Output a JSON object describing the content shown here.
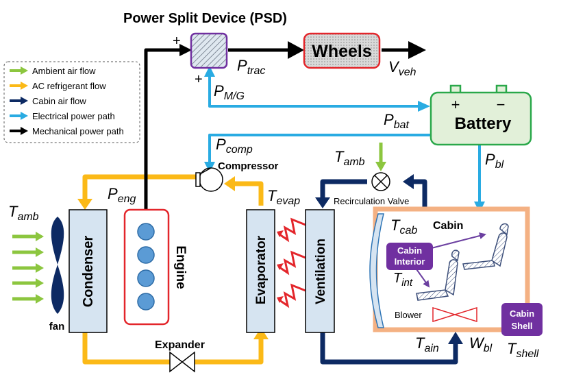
{
  "title": "Power Split Device (PSD)",
  "legend": [
    {
      "label": "Ambient air flow",
      "color": "#8cc63f"
    },
    {
      "label": "AC refrigerant flow",
      "color": "#fbb917"
    },
    {
      "label": "Cabin air flow",
      "color": "#0d2a63"
    },
    {
      "label": "Electrical power path",
      "color": "#29abe2"
    },
    {
      "label": "Mechanical power path",
      "color": "#000000"
    }
  ],
  "blocks": {
    "wheels": "Wheels",
    "battery": "Battery",
    "battery_plus": "+",
    "battery_minus": "−",
    "compressor": "Compressor",
    "condenser": "Condenser",
    "engine": "Engine",
    "evaporator": "Evaporator",
    "ventilation": "Ventilation",
    "expander": "Expander",
    "fan": "fan",
    "recirculation_valve": "Recirculation Valve",
    "cabin": "Cabin",
    "cabin_interior": [
      "Cabin",
      "Interior"
    ],
    "cabin_shell": [
      "Cabin",
      "Shell"
    ],
    "blower": "Blower"
  },
  "psd_signs": {
    "top": "+",
    "bottom": "+"
  },
  "symbols": {
    "p_trac": {
      "base": "P",
      "sub": "trac"
    },
    "v_veh": {
      "base": "V",
      "sub": "veh"
    },
    "p_mg": {
      "base": "P",
      "sub": "M/G"
    },
    "p_bat": {
      "base": "P",
      "sub": "bat"
    },
    "p_comp": {
      "base": "P",
      "sub": "comp"
    },
    "p_bl": {
      "base": "P",
      "sub": "bl"
    },
    "p_eng": {
      "base": "P",
      "sub": "eng"
    },
    "t_amb_left": {
      "base": "T",
      "sub": "amb"
    },
    "t_amb_top": {
      "base": "T",
      "sub": "amb"
    },
    "t_evap": {
      "base": "T",
      "sub": "evap"
    },
    "t_cab": {
      "base": "T",
      "sub": "cab"
    },
    "t_int": {
      "base": "T",
      "sub": "int"
    },
    "t_ain": {
      "base": "T",
      "sub": "ain"
    },
    "w_bl": {
      "base": "W",
      "sub": "bl"
    },
    "t_shell": {
      "base": "T",
      "sub": "shell"
    }
  }
}
